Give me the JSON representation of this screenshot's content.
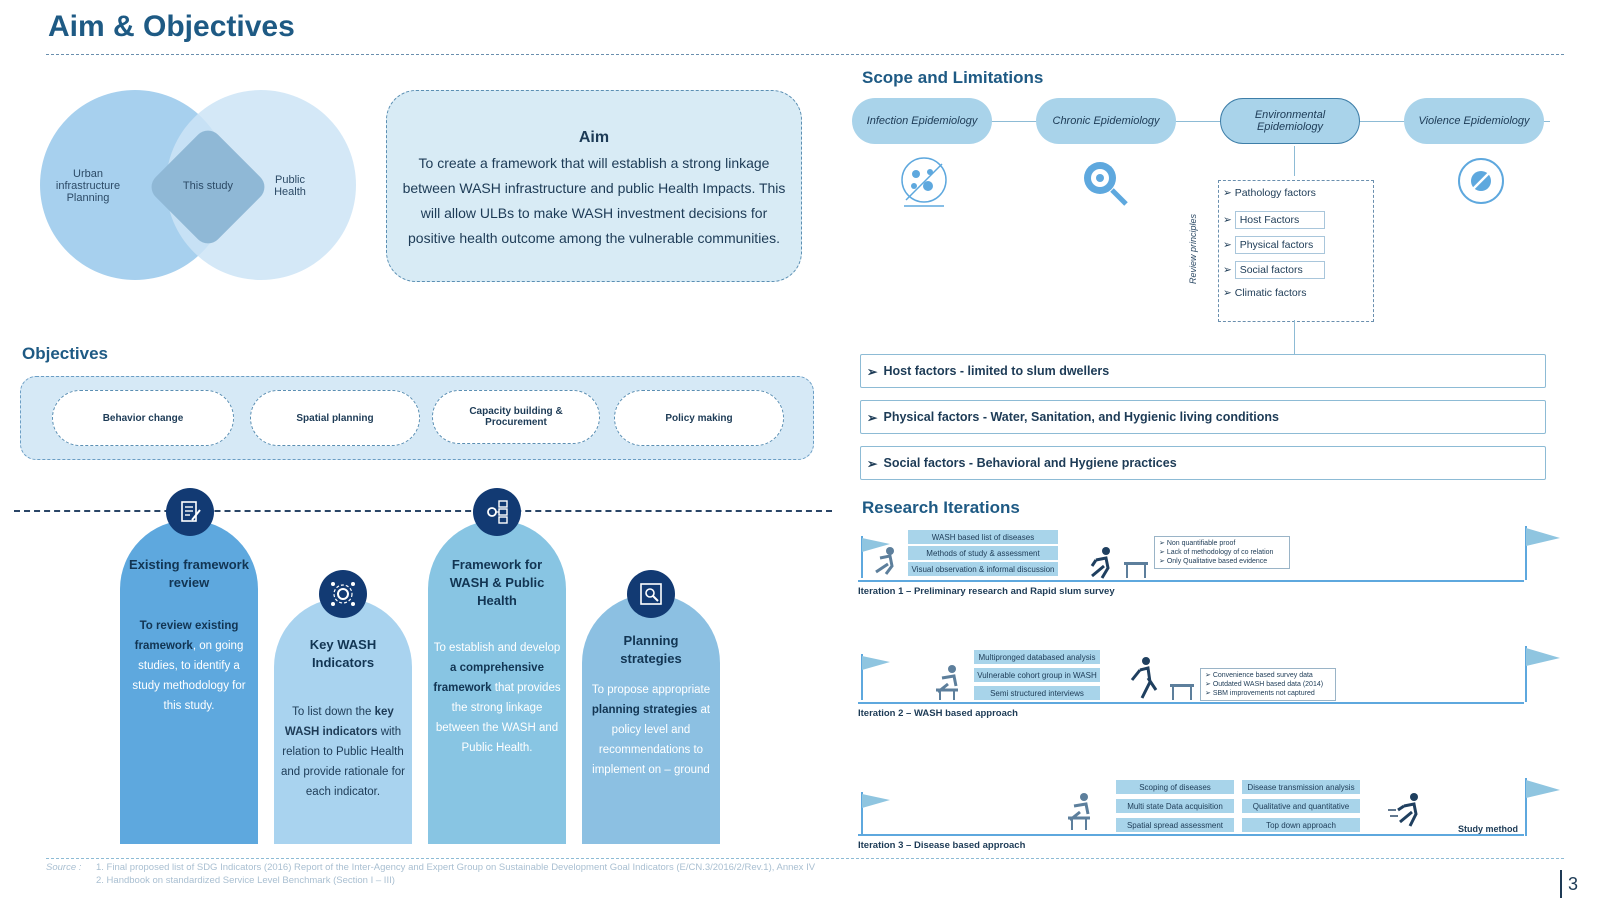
{
  "title": "Aim & Objectives",
  "venn": {
    "left": "Urban infrastructure Planning",
    "middle": "This study",
    "right": "Public Health"
  },
  "aim": {
    "heading": "Aim",
    "text": "To create a framework that will establish a strong linkage between WASH infrastructure and public Health Impacts. This will allow ULBs to make WASH investment decisions for positive health outcome among the vulnerable communities."
  },
  "objectives": {
    "heading": "Objectives",
    "items": [
      "Behavior change",
      "Spatial planning",
      "Capacity building & Procurement",
      "Policy making"
    ]
  },
  "arches": [
    {
      "title": "Existing framework review",
      "pre": "",
      "bold": "To review existing framework",
      "post": ", on going studies, to identify a study methodology for this study.",
      "icon": "document-edit-icon"
    },
    {
      "title": "Key WASH Indicators",
      "pre": "To list down the ",
      "bold": "key WASH indicators",
      "post": " with relation to Public Health and provide rationale for each indicator.",
      "icon": "gear-network-icon"
    },
    {
      "title": "Framework for WASH & Public Health",
      "pre": "To establish and develop ",
      "bold": "a comprehensive framework",
      "post": " that provides the strong linkage between the WASH and Public Health.",
      "icon": "gear-flowchart-icon"
    },
    {
      "title": "Planning strategies",
      "pre": "To propose appropriate ",
      "bold": "planning strategies",
      "post": " at policy level and recommendations to implement on – ground",
      "icon": "map-search-icon"
    }
  ],
  "scope": {
    "heading": "Scope and Limitations",
    "pills": [
      "Infection Epidemiology",
      "Chronic Epidemiology",
      "Environmental Epidemiology",
      "Violence Epidemiology"
    ],
    "review_label": "Review principles",
    "factors": [
      "Pathology factors",
      "Host Factors",
      "Physical factors",
      "Social factors",
      "Climatic factors"
    ],
    "rows": [
      "Host factors - limited to slum dwellers",
      "Physical factors - Water, Sanitation, and Hygienic living conditions",
      "Social factors - Behavioral and Hygiene practices"
    ]
  },
  "research": {
    "heading": "Research Iterations",
    "iterations": [
      {
        "title": "Iteration 1 – Preliminary research and Rapid slum survey",
        "tags": [
          "WASH based list of diseases",
          "Methods of study & assessment",
          "Visual observation & informal discussion"
        ],
        "notes": [
          "Non quantifiable proof",
          "Lack of methodology of co relation",
          "Only Qualitative based evidence"
        ]
      },
      {
        "title": "Iteration 2 – WASH based approach",
        "tags": [
          "Multipronged databased analysis",
          "Vulnerable cohort group in WASH",
          "Semi structured interviews"
        ],
        "notes": [
          "Convenience based survey data",
          "Outdated WASH based data (2014)",
          "SBM improvements not captured"
        ]
      },
      {
        "title": "Iteration 3 – Disease based approach",
        "tags": [
          "Scoping of diseases",
          "Multi state Data acquisition",
          "Spatial spread assessment",
          "Disease transmission analysis",
          "Qualitative and quantitative",
          "Top down approach"
        ],
        "end_label": "Study method"
      }
    ]
  },
  "source": {
    "label": "Source :",
    "lines": [
      "1.    Final proposed list of SDG Indicators (2016) Report of the Inter-Agency and Expert Group on Sustainable Development Goal Indicators (E/CN.3/2016/2/Rev.1), Annex IV",
      "2.    Handbook on standardized Service Level Benchmark (Section I – III)"
    ]
  },
  "page_number": "3",
  "colors": {
    "accent": "#1e5a84",
    "navy": "#123a73",
    "light_blue": "#a9d3ea"
  }
}
